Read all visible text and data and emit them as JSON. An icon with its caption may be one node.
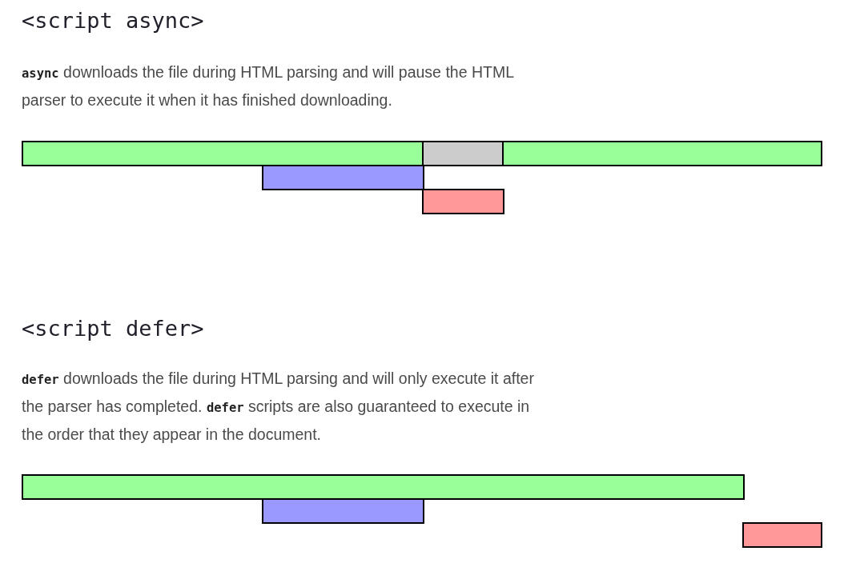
{
  "diagram": {
    "nodes": [
      {
        "text": [],
        "shape": "bar"
      },
      {
        "text": [],
        "shape": "bar"
      },
      {
        "text": [],
        "shape": "bar"
      },
      {
        "text": [],
        "shape": "bar"
      },
      {
        "text": [],
        "shape": "bar"
      },
      {
        "text": [],
        "shape": "bar"
      },
      {
        "text": [],
        "shape": "bar"
      },
      {
        "text": [],
        "shape": "bar"
      }
    ],
    "labels": [
      "<script async>",
      "**async** downloads the file during HTML parsing and will pause the HTML parser to execute it when it has finished downloading.",
      "<script defer>",
      "**defer** downloads the file during HTML parsing and will only execute it after the parser has completed. **defer** scripts are also guaranteed to execute in the order that they appear in the document."
    ]
  }
}
